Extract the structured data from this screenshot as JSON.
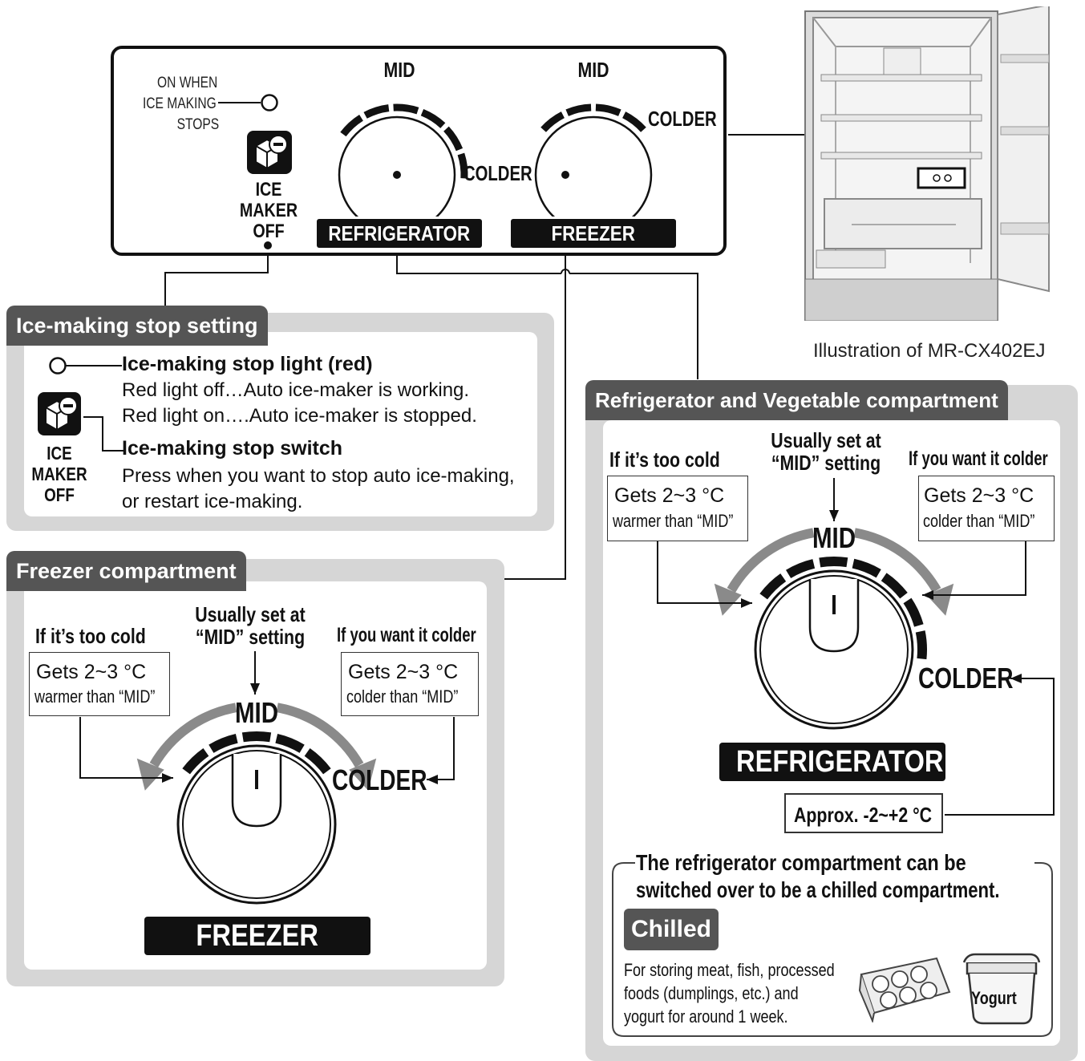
{
  "top_panel": {
    "indicator_label": [
      "ON WHEN",
      "ICE MAKING",
      "STOPS"
    ],
    "ice_maker_button": [
      "ICE",
      "MAKER",
      "OFF"
    ],
    "refrigerator_dial": {
      "mid": "MID",
      "colder": "COLDER",
      "badge": "REFRIGERATOR"
    },
    "freezer_dial": {
      "mid": "MID",
      "colder": "COLDER",
      "badge": "FREEZER"
    }
  },
  "illustration_caption": "Illustration of MR-CX402EJ",
  "ice_section": {
    "title": "Ice-making stop setting",
    "light_title": "Ice-making stop light (red)",
    "light_off": "Red light off…Auto ice-maker is working.",
    "light_on": "Red light on….Auto ice-maker is stopped.",
    "switch_title": "Ice-making stop switch",
    "switch_desc_1": "Press when you want to stop auto ice-making,",
    "switch_desc_2": "or restart ice-making.",
    "button_label": [
      "ICE",
      "MAKER",
      "OFF"
    ]
  },
  "freezer_section": {
    "title": "Freezer compartment",
    "too_cold": "If it’s too cold",
    "usually_1": "Usually set at",
    "usually_2": "“MID” setting",
    "want_colder": "If you want it colder",
    "warmer_box_1": "Gets 2~3 °C",
    "warmer_box_2": "warmer than “MID”",
    "colder_box_1": "Gets 2~3 °C",
    "colder_box_2": "colder than “MID”",
    "mid": "MID",
    "colder": "COLDER",
    "badge": "FREEZER"
  },
  "fridge_section": {
    "title": "Refrigerator and Vegetable compartment",
    "too_cold": "If it’s too cold",
    "usually_1": "Usually set at",
    "usually_2": "“MID” setting",
    "want_colder": "If you want it colder",
    "warmer_box_1": "Gets 2~3 °C",
    "warmer_box_2": "warmer than “MID”",
    "colder_box_1": "Gets 2~3 °C",
    "colder_box_2": "colder than “MID”",
    "mid": "MID",
    "colder": "COLDER",
    "badge": "REFRIGERATOR",
    "approx": "Approx. -2~+2 °C",
    "chilled_note_1": "The refrigerator compartment can be",
    "chilled_note_2": "switched over to be a chilled compartment.",
    "chilled_badge": "Chilled",
    "chilled_desc_1": "For storing meat, fish, processed",
    "chilled_desc_2": "foods (dumplings, etc.) and",
    "chilled_desc_3": "yogurt for around 1 week.",
    "yogurt_label": "Yogurt"
  }
}
